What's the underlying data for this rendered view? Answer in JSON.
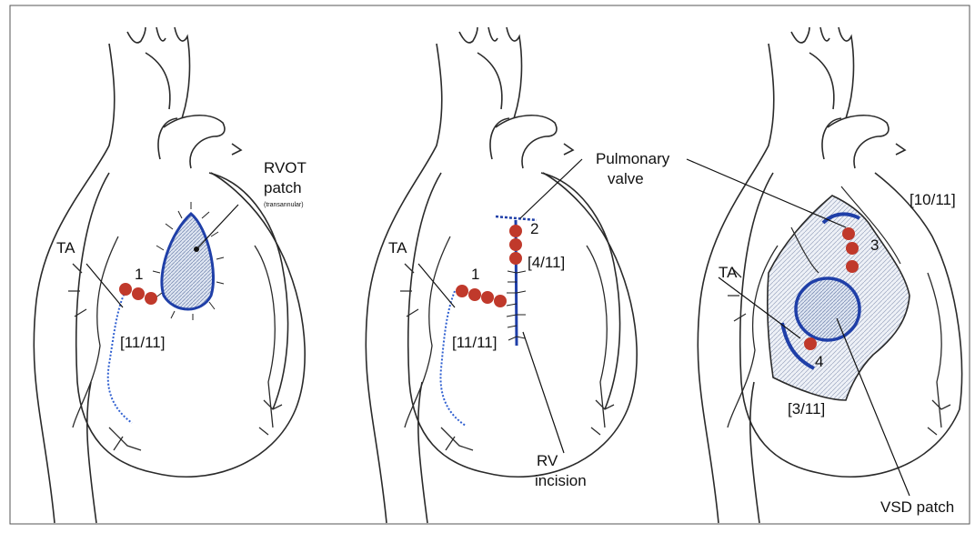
{
  "colors": {
    "outline": "#2a2a2a",
    "coronary": "#2f5fd0",
    "patch_blue": "#1f3fa8",
    "suture": "#c0392b",
    "background": "#ffffff"
  },
  "panels": [
    {
      "labels": {
        "ta": "TA",
        "site_number": "1",
        "fraction": "[11/11]",
        "rvot_line1": "RVOT",
        "rvot_line2": "patch",
        "rvot_sub": "(transannular)"
      }
    },
    {
      "labels": {
        "ta": "TA",
        "site1_number": "1",
        "site1_fraction": "[11/11]",
        "site2_number": "2",
        "site2_fraction": "[4/11]",
        "pulmonary_line1": "Pulmonary",
        "pulmonary_line2": "valve",
        "rv_line1": "RV",
        "rv_line2": "incision"
      }
    },
    {
      "labels": {
        "ta": "TA",
        "site3_number": "3",
        "site3_fraction": "[10/11]",
        "site4_number": "4",
        "site4_fraction": "[3/11]",
        "vsd": "VSD patch"
      }
    }
  ]
}
